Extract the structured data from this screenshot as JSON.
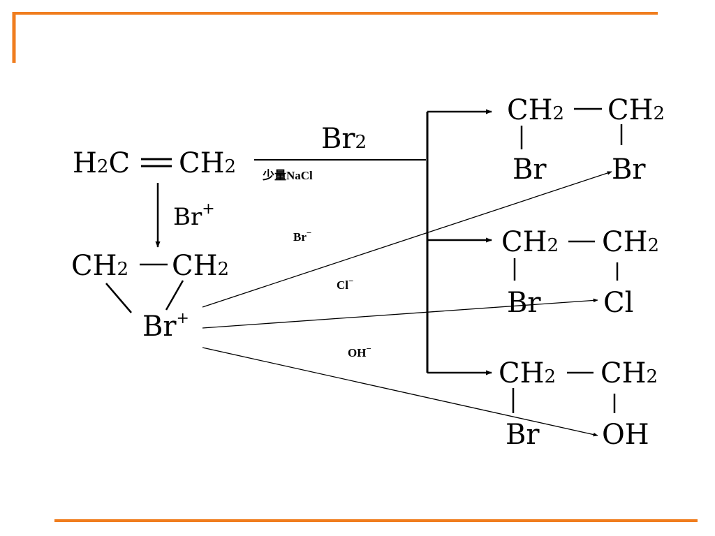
{
  "accent_color": "#f07d1e",
  "reagent": {
    "main": "Br",
    "main_sub": "2",
    "condition": "少量NaCl"
  },
  "reactant": {
    "left_main": "H",
    "left_sub": "2",
    "left_tail": "C",
    "right_main": "CH",
    "right_sub": "2"
  },
  "step": {
    "main": "Br",
    "sup": "+"
  },
  "bromonium": {
    "left_main": "CH",
    "left_sub": "2",
    "right_main": "CH",
    "right_sub": "2",
    "center_main": "Br",
    "center_sup": "+"
  },
  "nucleophiles": [
    {
      "main": "Br",
      "sup": "−"
    },
    {
      "main": "Cl",
      "sup": "−"
    },
    {
      "main": "OH",
      "sup": "−"
    }
  ],
  "products": [
    {
      "c1": "CH",
      "c1_sub": "2",
      "c2": "CH",
      "c2_sub": "2",
      "s1": "Br",
      "s2": "Br"
    },
    {
      "c1": "CH",
      "c1_sub": "2",
      "c2": "CH",
      "c2_sub": "2",
      "s1": "Br",
      "s2": "Cl"
    },
    {
      "c1": "CH",
      "c1_sub": "2",
      "c2": "CH",
      "c2_sub": "2",
      "s1": "Br",
      "s2": "OH"
    }
  ]
}
